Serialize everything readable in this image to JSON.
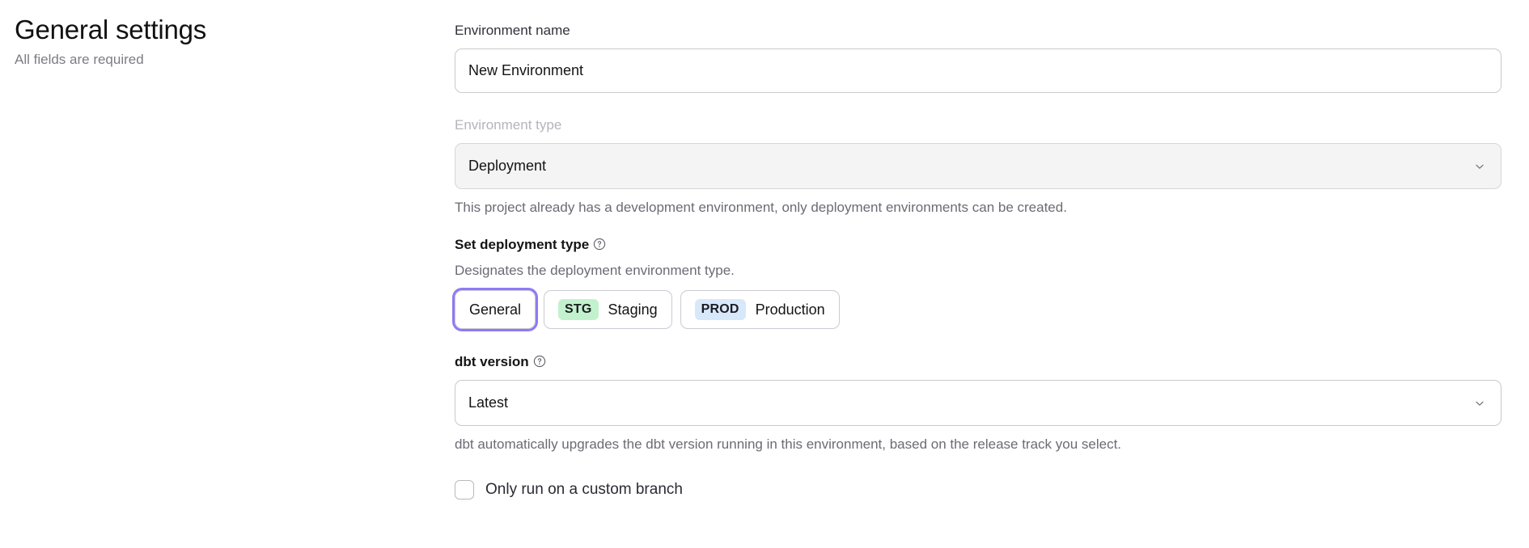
{
  "header": {
    "title": "General settings",
    "subtitle": "All fields are required"
  },
  "form": {
    "environment_name": {
      "label": "Environment name",
      "value": "New Environment",
      "placeholder": "Environment name"
    },
    "environment_type": {
      "label": "Environment type",
      "value": "Deployment",
      "options": [
        "Deployment"
      ],
      "disabled": true,
      "helper": "This project already has a development environment, only deployment environments can be created."
    },
    "deployment_type": {
      "label": "Set deployment type",
      "help_icon": "question-circle-icon",
      "description": "Designates the deployment environment type.",
      "selected": "General",
      "options": [
        {
          "id": "general",
          "label": "General",
          "badge": null
        },
        {
          "id": "staging",
          "label": "Staging",
          "badge": "STG"
        },
        {
          "id": "production",
          "label": "Production",
          "badge": "PROD"
        }
      ]
    },
    "dbt_version": {
      "label": "dbt version",
      "help_icon": "question-circle-icon",
      "value": "Latest",
      "options": [
        "Latest"
      ],
      "helper": "dbt automatically upgrades the dbt version running in this environment, based on the release track you select."
    },
    "custom_branch": {
      "label": "Only run on a custom branch",
      "checked": false
    }
  },
  "icons": {
    "chevron_down": "chevron-down-icon"
  },
  "colors": {
    "focus_ring": "#8c7bf5",
    "badge_staging_bg": "#c2f2cd",
    "badge_production_bg": "#d8e8fb",
    "disabled_field_bg": "#f4f4f5",
    "border": "#c9c9cf"
  }
}
